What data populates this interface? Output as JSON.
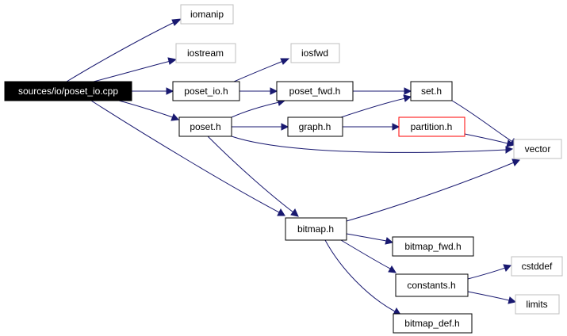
{
  "nodes": {
    "poset_io_cpp": "sources/io/poset_io.cpp",
    "iomanip": "iomanip",
    "iostream": "iostream",
    "iosfwd": "iosfwd",
    "poset_io_h": "poset_io.h",
    "poset_fwd_h": "poset_fwd.h",
    "set_h": "set.h",
    "poset_h": "poset.h",
    "graph_h": "graph.h",
    "partition_h": "partition.h",
    "vector": "vector",
    "bitmap_h": "bitmap.h",
    "bitmap_fwd_h": "bitmap_fwd.h",
    "constants_h": "constants.h",
    "cstddef": "cstddef",
    "limits": "limits",
    "bitmap_def_h": "bitmap_def.h"
  },
  "colors": {
    "edge": "#191970",
    "root_fill": "#000000",
    "external_border": "#bfbfbf",
    "highlight_border": "#ff0000"
  }
}
